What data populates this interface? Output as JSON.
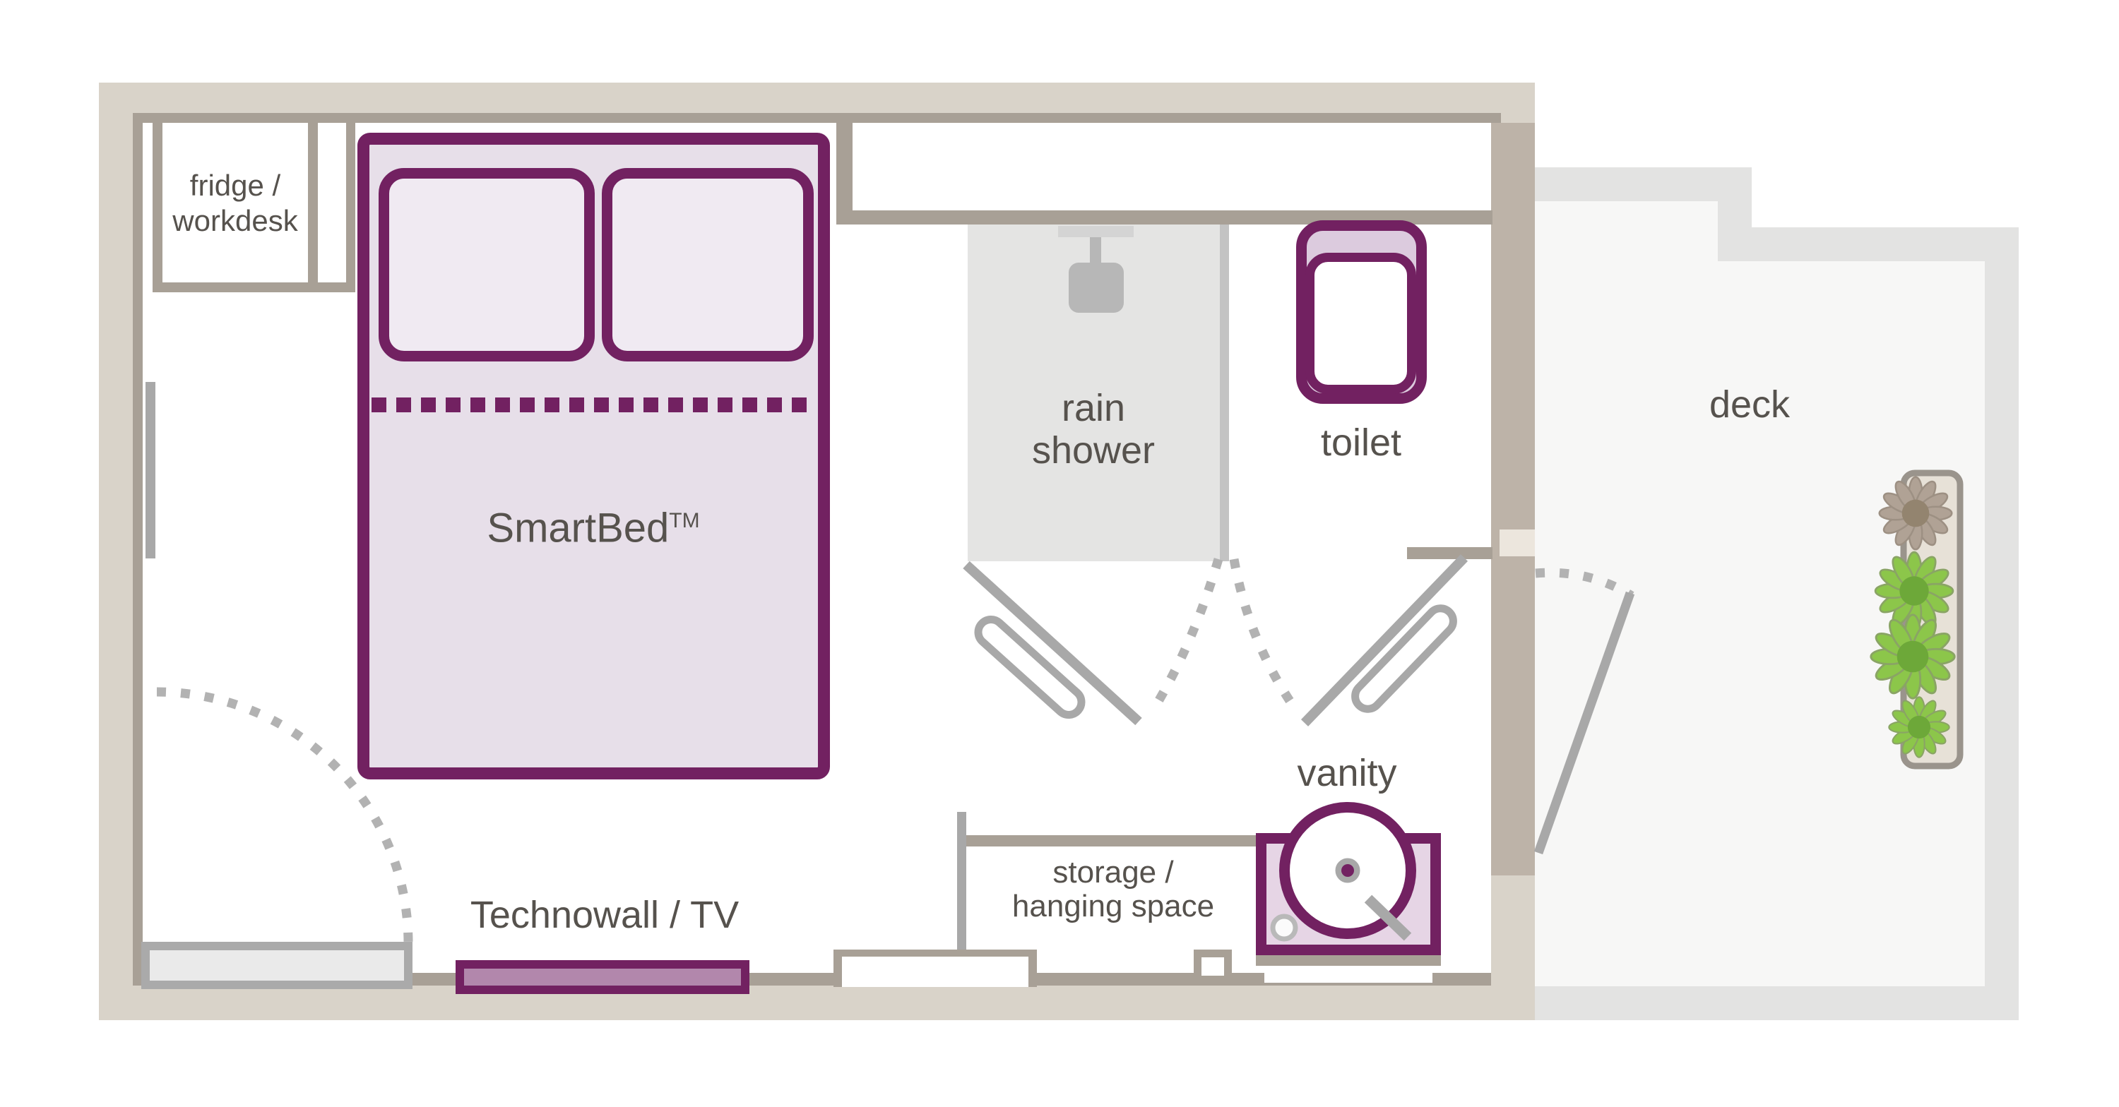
{
  "plan": {
    "labels": {
      "fridge_workdesk": {
        "line1": "fridge /",
        "line2": "workdesk"
      },
      "smartbed": {
        "name": "SmartBed",
        "trademark": "TM"
      },
      "rain_shower": {
        "line1": "rain",
        "line2": "shower"
      },
      "toilet": "toilet",
      "deck": "deck",
      "vanity": "vanity",
      "storage": {
        "line1": "storage /",
        "line2": "hanging space"
      },
      "technowall": "Technowall / TV"
    },
    "colors": {
      "purple": "#722161",
      "bed-fill": "#e7dfe9",
      "pillow-fill": "#f0eaf2",
      "tank-fill": "#dccbde",
      "vanity-fill": "#e6d5e5",
      "tv-fill": "#b287ac",
      "door-fill": "#eaeaea",
      "wall-light": "#d9d3c9",
      "wall-dark": "#a8a096",
      "wall-mid": "#bdb3a8",
      "wall-pale": "#ece6dd",
      "gray-line": "#a8a8a8",
      "dot-gray": "#b2b2b2",
      "divider-gray": "#c3c3c3",
      "shower-fill": "#e4e4e3",
      "shower-icon": "#b7b7b7",
      "shower-bar": "#d4d4d4",
      "deck-band": "#e3e3e2",
      "deck-fill": "#f7f7f6",
      "planter-fill": "#e7e1d7",
      "planter-edge": "#9a948c",
      "plant-green": "#8cc64a",
      "plant-green-dark": "#6da839",
      "plant-green-edge": "#8aa465",
      "plant-brown": "#b0a295",
      "plant-brown-dark": "#93846f",
      "plant-brown-edge": "#9d9083",
      "text-color": "#56524d"
    }
  }
}
